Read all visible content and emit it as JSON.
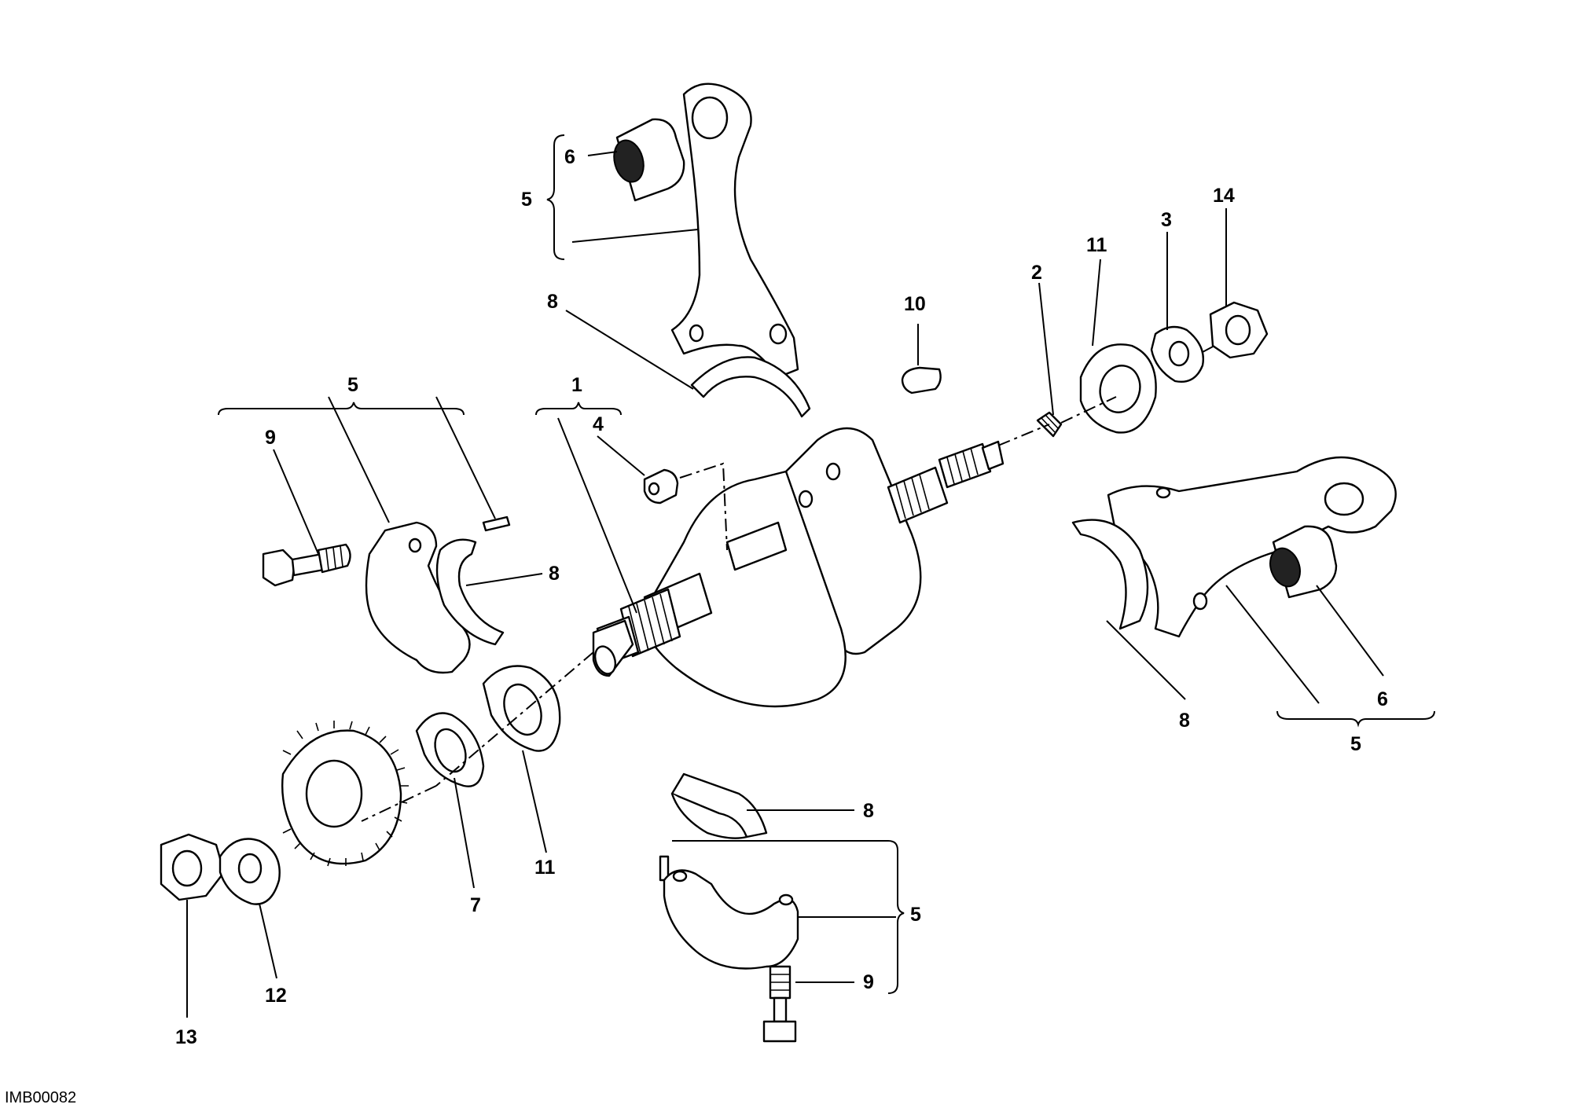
{
  "diagram_code": "IMB00082",
  "callouts": {
    "c1": "1",
    "c2": "2",
    "c3": "3",
    "c4": "4",
    "c5_top_rod": "5",
    "c5_left_cap": "5",
    "c5_right_rod": "5",
    "c5_bottom_cap": "5",
    "c6_top_rod": "6",
    "c6_right_rod": "6",
    "c7": "7",
    "c8_top_rod": "8",
    "c8_left_cap": "8",
    "c8_right_rod": "8",
    "c8_bottom_cap": "8",
    "c9_left_cap": "9",
    "c9_bottom_cap": "9",
    "c10": "10",
    "c11_right": "11",
    "c11_left": "11",
    "c12": "12",
    "c13": "13",
    "c14": "14"
  }
}
